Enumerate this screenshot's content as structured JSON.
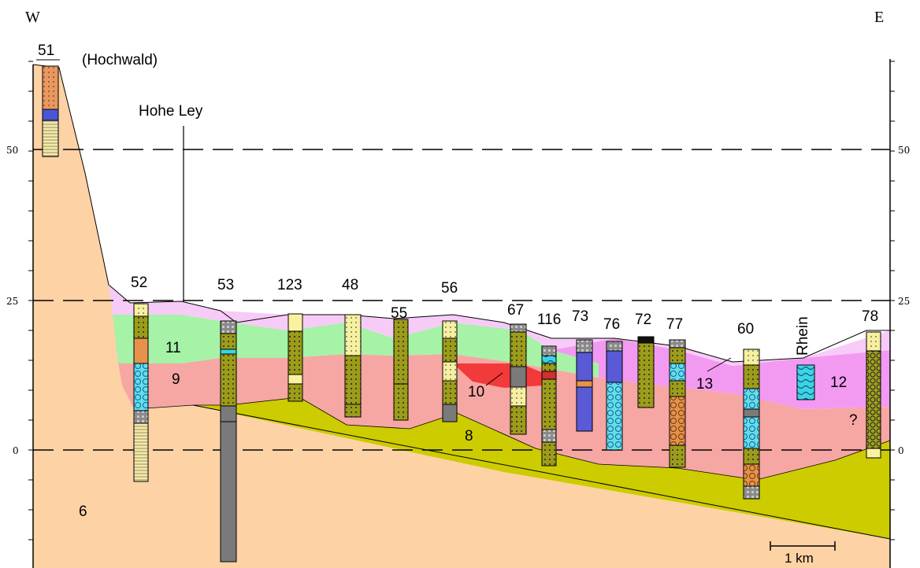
{
  "directions": {
    "west": "W",
    "east": "E"
  },
  "axis": {
    "levels": [
      50,
      25,
      0
    ],
    "labels": [
      "50",
      "25",
      "0"
    ]
  },
  "boreholes": [
    {
      "id": "51",
      "label": "51"
    },
    {
      "id": "52",
      "label": "52"
    },
    {
      "id": "53",
      "label": "53"
    },
    {
      "id": "123",
      "label": "123"
    },
    {
      "id": "48",
      "label": "48"
    },
    {
      "id": "55",
      "label": "55"
    },
    {
      "id": "56",
      "label": "56"
    },
    {
      "id": "67",
      "label": "67"
    },
    {
      "id": "116",
      "label": "116"
    },
    {
      "id": "73",
      "label": "73"
    },
    {
      "id": "76",
      "label": "76"
    },
    {
      "id": "72",
      "label": "72"
    },
    {
      "id": "77",
      "label": "77"
    },
    {
      "id": "60",
      "label": "60"
    },
    {
      "id": "78",
      "label": "78"
    }
  ],
  "places": {
    "hochwald": "(Hochwald)",
    "hohe_ley": "Hohe Ley",
    "rhein": "Rhein"
  },
  "units": [
    "6",
    "8",
    "9",
    "10",
    "11",
    "12",
    "13"
  ],
  "uncertain": "?",
  "scale_bar": "1 km",
  "colors": {
    "unit6": "#fdd2a5",
    "unit8": "#cccc00",
    "unit9": "#f6a6a3",
    "unit10": "#f23a3a",
    "unit11": "#a6f2a6",
    "unit12": "#f29af2",
    "unit13": "#f7cbf7"
  }
}
